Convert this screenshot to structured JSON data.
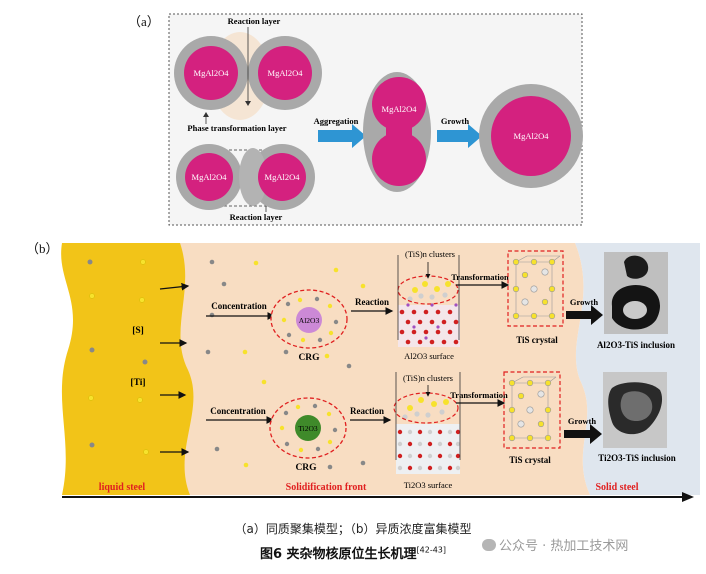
{
  "panel_a": {
    "label": "（a）",
    "reaction_layer_top": "Reaction layer",
    "phase_transformation_layer": "Phase transformation layer",
    "reaction_layer_bottom": "Reaction layer",
    "particle": "MgAl2O4",
    "aggregation": "Aggregation",
    "growth": "Growth"
  },
  "panel_b": {
    "label": "（b）",
    "s_label": "[S]",
    "ti_label": "[Ti]",
    "concentration": "Concentration",
    "crg": "CRG",
    "reaction": "Reaction",
    "tis_clusters": "(TiS)n clusters",
    "transformation": "Transformation",
    "tis_crystal": "TiS crystal",
    "growth": "Growth",
    "al2o3_core": "Al2O3",
    "ti2o3_core": "Ti2O3",
    "al2o3_surface": "Al2O3 surface",
    "ti2o3_surface": "Ti2O3 surface",
    "al2o3_tis_inclusion": "Al2O3-TiS inclusion",
    "ti2o3_tis_inclusion": "Ti2O3-TiS inclusion",
    "liquid_steel": "liquid steel",
    "solidification_front": "Solidification front",
    "solid_steel": "Solid steel"
  },
  "caption": {
    "subcaption": "（a）同质聚集模型；（b）异质浓度富集模型",
    "title": "图6  夹杂物核原位生长机理",
    "ref": "[42-43]",
    "watermark": "公众号 · 热加工技术网"
  },
  "colors": {
    "magenta": "#d4217f",
    "shell": "#a9a9a9",
    "arrow_blue": "#2e95d3",
    "liquid_steel": "#f2c418",
    "front": "#f8ddc2",
    "solid": "#dfe6ee",
    "red_label": "#e02020",
    "yellow_dot": "#f7e22c"
  }
}
